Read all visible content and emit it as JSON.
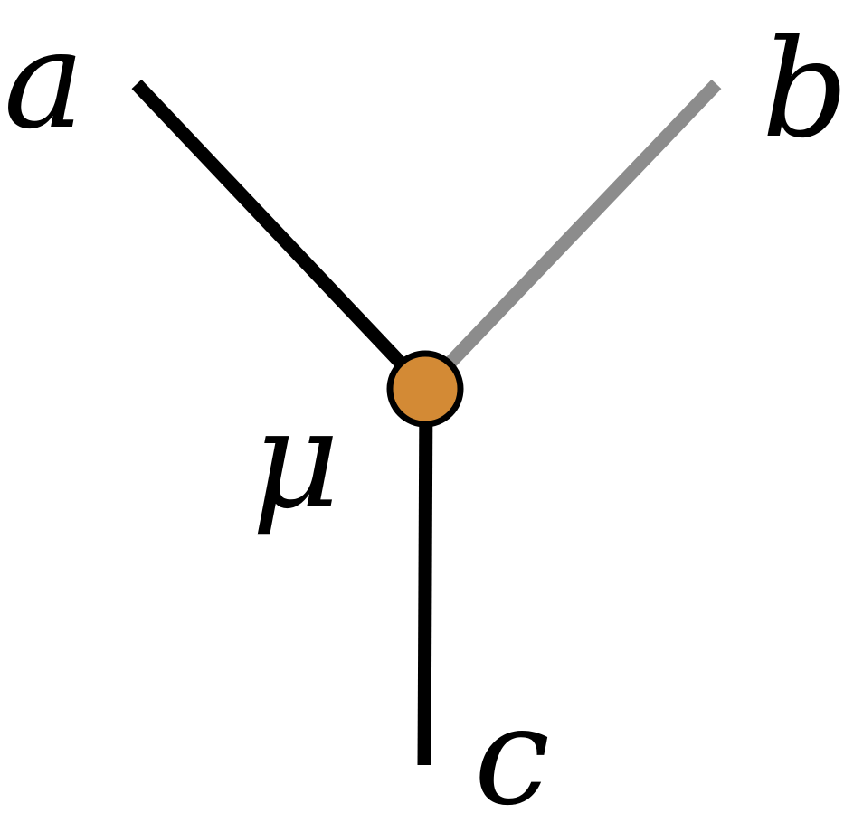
{
  "diagram": {
    "labels": {
      "a": "a",
      "b": "b",
      "c": "c",
      "mu": "μ"
    },
    "edges": [
      {
        "name": "edge-a",
        "label": "a",
        "color": "#000000"
      },
      {
        "name": "edge-b",
        "label": "b",
        "color": "#8c8c8c"
      },
      {
        "name": "edge-c",
        "label": "c",
        "color": "#000000"
      }
    ],
    "vertex": {
      "label": "μ",
      "fill": "#d38a35",
      "stroke": "#000000"
    }
  }
}
